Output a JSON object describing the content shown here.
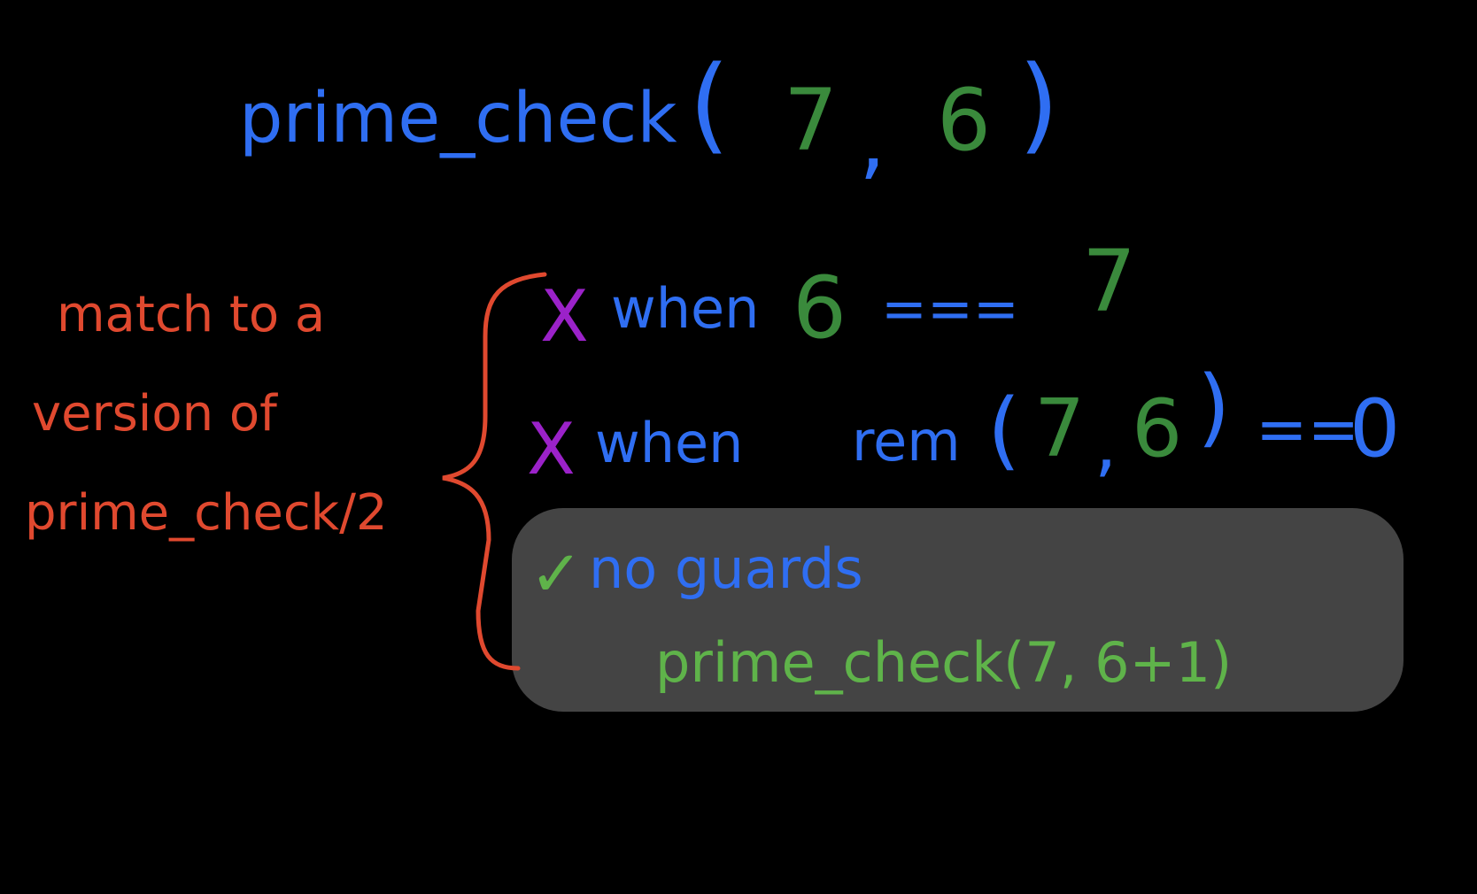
{
  "main_call": {
    "name": "prime_check",
    "open_paren": "(",
    "arg1": "7",
    "comma": ",",
    "arg2": "6",
    "close_paren": ")"
  },
  "side_label": {
    "line1": "match to a",
    "line2": "version of",
    "line3": "prime_check/2"
  },
  "clauses": [
    {
      "mark": "X",
      "keyword": "when",
      "left": "6",
      "op": "===",
      "right": "7"
    },
    {
      "mark": "X",
      "keyword": "when",
      "func": "rem",
      "open_paren": "(",
      "arg1": "7",
      "comma": ",",
      "arg2": "6",
      "close_paren": ")",
      "op": "==",
      "right": "0"
    },
    {
      "mark": "✓",
      "label": "no guards",
      "call": "prime_check(7, 6+1)"
    }
  ],
  "colors": {
    "background": "#000000",
    "blue": "#2f6ef2",
    "dark_green": "#3a8a3c",
    "light_green": "#5fb34a",
    "red": "#e0492f",
    "purple": "#9b22c9",
    "highlight": "#444444"
  }
}
